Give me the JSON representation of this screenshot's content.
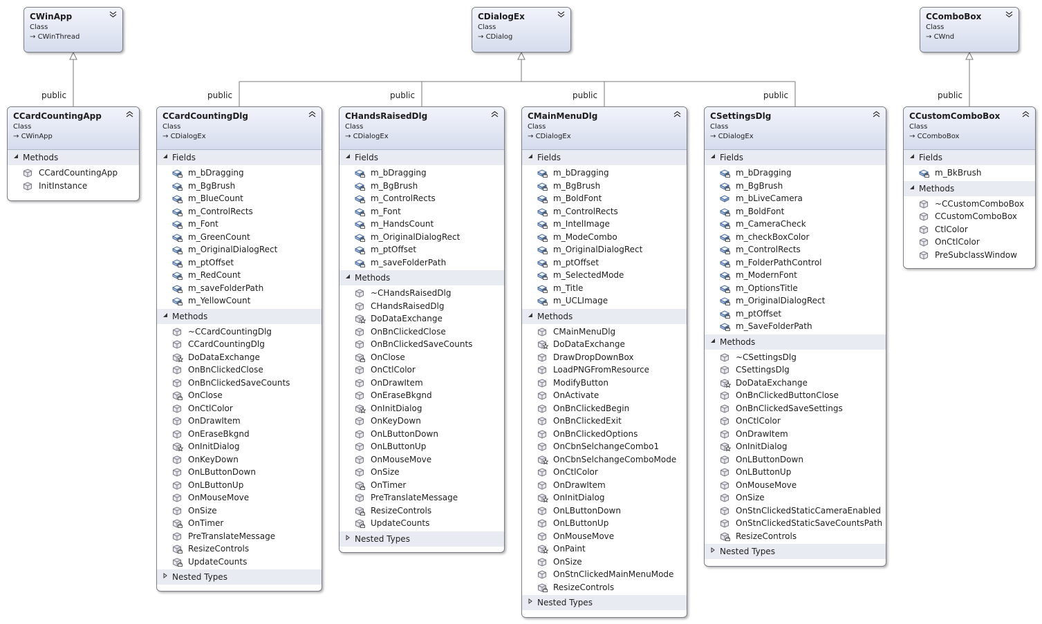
{
  "edge_labels": [
    "public",
    "public",
    "public",
    "public",
    "public",
    "public"
  ],
  "colors": {
    "header_top": "#f2f4fb",
    "header_bottom": "#d6dced",
    "section_header": "#e8ebf2",
    "border": "#7a7d85",
    "line": "#7a7a7a"
  },
  "base_classes": [
    {
      "id": "CWinApp",
      "name": "CWinApp",
      "kind": "Class",
      "base": "CWinThread"
    },
    {
      "id": "CDialogEx",
      "name": "CDialogEx",
      "kind": "Class",
      "base": "CDialog"
    },
    {
      "id": "CComboBox",
      "name": "CComboBox",
      "kind": "Class",
      "base": "CWnd"
    }
  ],
  "classes": [
    {
      "id": "CCardCountingApp",
      "name": "CCardCountingApp",
      "kind": "Class",
      "base": "CWinApp",
      "sections": [
        {
          "title": "Methods",
          "expanded": true,
          "items": [
            {
              "label": "CCardCountingApp",
              "icon": "method-public-icon"
            },
            {
              "label": "InitInstance",
              "icon": "method-public-icon"
            }
          ]
        }
      ]
    },
    {
      "id": "CCardCountingDlg",
      "name": "CCardCountingDlg",
      "kind": "Class",
      "base": "CDialogEx",
      "sections": [
        {
          "title": "Fields",
          "expanded": true,
          "items": [
            {
              "label": "m_bDragging",
              "icon": "field-private-icon"
            },
            {
              "label": "m_BgBrush",
              "icon": "field-private-icon"
            },
            {
              "label": "m_BlueCount",
              "icon": "field-private-icon"
            },
            {
              "label": "m_ControlRects",
              "icon": "field-private-icon"
            },
            {
              "label": "m_Font",
              "icon": "field-private-icon"
            },
            {
              "label": "m_GreenCount",
              "icon": "field-private-icon"
            },
            {
              "label": "m_OriginalDialogRect",
              "icon": "field-private-icon"
            },
            {
              "label": "m_ptOffset",
              "icon": "field-private-icon"
            },
            {
              "label": "m_RedCount",
              "icon": "field-private-icon"
            },
            {
              "label": "m_saveFolderPath",
              "icon": "field-private-icon"
            },
            {
              "label": "m_YellowCount",
              "icon": "field-private-icon"
            }
          ]
        },
        {
          "title": "Methods",
          "expanded": true,
          "items": [
            {
              "label": "~CCardCountingDlg",
              "icon": "method-public-icon"
            },
            {
              "label": "CCardCountingDlg",
              "icon": "method-public-icon"
            },
            {
              "label": "DoDataExchange",
              "icon": "method-protected-icon"
            },
            {
              "label": "OnBnClickedClose",
              "icon": "method-public-icon"
            },
            {
              "label": "OnBnClickedSaveCounts",
              "icon": "method-public-icon"
            },
            {
              "label": "OnClose",
              "icon": "method-private-icon"
            },
            {
              "label": "OnCtlColor",
              "icon": "method-public-icon"
            },
            {
              "label": "OnDrawItem",
              "icon": "method-public-icon"
            },
            {
              "label": "OnEraseBkgnd",
              "icon": "method-public-icon"
            },
            {
              "label": "OnInitDialog",
              "icon": "method-protected-icon"
            },
            {
              "label": "OnKeyDown",
              "icon": "method-public-icon"
            },
            {
              "label": "OnLButtonDown",
              "icon": "method-public-icon"
            },
            {
              "label": "OnLButtonUp",
              "icon": "method-public-icon"
            },
            {
              "label": "OnMouseMove",
              "icon": "method-public-icon"
            },
            {
              "label": "OnSize",
              "icon": "method-public-icon"
            },
            {
              "label": "OnTimer",
              "icon": "method-private-icon"
            },
            {
              "label": "PreTranslateMessage",
              "icon": "method-public-icon"
            },
            {
              "label": "ResizeControls",
              "icon": "method-private-icon"
            },
            {
              "label": "UpdateCounts",
              "icon": "method-private-icon"
            }
          ]
        },
        {
          "title": "Nested Types",
          "expanded": false,
          "items": []
        }
      ]
    },
    {
      "id": "CHandsRaisedDlg",
      "name": "CHandsRaisedDlg",
      "kind": "Class",
      "base": "CDialogEx",
      "sections": [
        {
          "title": "Fields",
          "expanded": true,
          "items": [
            {
              "label": "m_bDragging",
              "icon": "field-private-icon"
            },
            {
              "label": "m_BgBrush",
              "icon": "field-private-icon"
            },
            {
              "label": "m_ControlRects",
              "icon": "field-private-icon"
            },
            {
              "label": "m_Font",
              "icon": "field-private-icon"
            },
            {
              "label": "m_HandsCount",
              "icon": "field-private-icon"
            },
            {
              "label": "m_OriginalDialogRect",
              "icon": "field-private-icon"
            },
            {
              "label": "m_ptOffset",
              "icon": "field-private-icon"
            },
            {
              "label": "m_saveFolderPath",
              "icon": "field-private-icon"
            }
          ]
        },
        {
          "title": "Methods",
          "expanded": true,
          "items": [
            {
              "label": "~CHandsRaisedDlg",
              "icon": "method-public-icon"
            },
            {
              "label": "CHandsRaisedDlg",
              "icon": "method-public-icon"
            },
            {
              "label": "DoDataExchange",
              "icon": "method-protected-icon"
            },
            {
              "label": "OnBnClickedClose",
              "icon": "method-public-icon"
            },
            {
              "label": "OnBnClickedSaveCounts",
              "icon": "method-public-icon"
            },
            {
              "label": "OnClose",
              "icon": "method-private-icon"
            },
            {
              "label": "OnCtlColor",
              "icon": "method-public-icon"
            },
            {
              "label": "OnDrawItem",
              "icon": "method-public-icon"
            },
            {
              "label": "OnEraseBkgnd",
              "icon": "method-public-icon"
            },
            {
              "label": "OnInitDialog",
              "icon": "method-protected-icon"
            },
            {
              "label": "OnKeyDown",
              "icon": "method-public-icon"
            },
            {
              "label": "OnLButtonDown",
              "icon": "method-public-icon"
            },
            {
              "label": "OnLButtonUp",
              "icon": "method-public-icon"
            },
            {
              "label": "OnMouseMove",
              "icon": "method-public-icon"
            },
            {
              "label": "OnSize",
              "icon": "method-public-icon"
            },
            {
              "label": "OnTimer",
              "icon": "method-private-icon"
            },
            {
              "label": "PreTranslateMessage",
              "icon": "method-public-icon"
            },
            {
              "label": "ResizeControls",
              "icon": "method-private-icon"
            },
            {
              "label": "UpdateCounts",
              "icon": "method-private-icon"
            }
          ]
        },
        {
          "title": "Nested Types",
          "expanded": false,
          "items": []
        }
      ]
    },
    {
      "id": "CMainMenuDlg",
      "name": "CMainMenuDlg",
      "kind": "Class",
      "base": "CDialogEx",
      "sections": [
        {
          "title": "Fields",
          "expanded": true,
          "items": [
            {
              "label": "m_bDragging",
              "icon": "field-private-icon"
            },
            {
              "label": "m_BgBrush",
              "icon": "field-private-icon"
            },
            {
              "label": "m_BoldFont",
              "icon": "field-private-icon"
            },
            {
              "label": "m_ControlRects",
              "icon": "field-private-icon"
            },
            {
              "label": "m_IntelImage",
              "icon": "field-private-icon"
            },
            {
              "label": "m_ModeCombo",
              "icon": "field-private-icon"
            },
            {
              "label": "m_OriginalDialogRect",
              "icon": "field-private-icon"
            },
            {
              "label": "m_ptOffset",
              "icon": "field-private-icon"
            },
            {
              "label": "m_SelectedMode",
              "icon": "field-private-icon"
            },
            {
              "label": "m_Title",
              "icon": "field-private-icon"
            },
            {
              "label": "m_UCLImage",
              "icon": "field-private-icon"
            }
          ]
        },
        {
          "title": "Methods",
          "expanded": true,
          "items": [
            {
              "label": "CMainMenuDlg",
              "icon": "method-public-icon"
            },
            {
              "label": "DoDataExchange",
              "icon": "method-protected-icon"
            },
            {
              "label": "DrawDropDownBox",
              "icon": "method-public-icon"
            },
            {
              "label": "LoadPNGFromResource",
              "icon": "method-public-icon"
            },
            {
              "label": "ModifyButton",
              "icon": "method-public-icon"
            },
            {
              "label": "OnActivate",
              "icon": "method-public-icon"
            },
            {
              "label": "OnBnClickedBegin",
              "icon": "method-public-icon"
            },
            {
              "label": "OnBnClickedExit",
              "icon": "method-public-icon"
            },
            {
              "label": "OnBnClickedOptions",
              "icon": "method-public-icon"
            },
            {
              "label": "OnCbnSelchangeCombo1",
              "icon": "method-public-icon"
            },
            {
              "label": "OnCbnSelchangeComboMode",
              "icon": "method-protected-icon"
            },
            {
              "label": "OnCtlColor",
              "icon": "method-public-icon"
            },
            {
              "label": "OnDrawItem",
              "icon": "method-public-icon"
            },
            {
              "label": "OnInitDialog",
              "icon": "method-protected-icon"
            },
            {
              "label": "OnLButtonDown",
              "icon": "method-public-icon"
            },
            {
              "label": "OnLButtonUp",
              "icon": "method-public-icon"
            },
            {
              "label": "OnMouseMove",
              "icon": "method-public-icon"
            },
            {
              "label": "OnPaint",
              "icon": "method-protected-icon"
            },
            {
              "label": "OnSize",
              "icon": "method-public-icon"
            },
            {
              "label": "OnStnClickedMainMenuMode",
              "icon": "method-public-icon"
            },
            {
              "label": "ResizeControls",
              "icon": "method-private-icon"
            }
          ]
        },
        {
          "title": "Nested Types",
          "expanded": false,
          "items": []
        }
      ]
    },
    {
      "id": "CSettingsDlg",
      "name": "CSettingsDlg",
      "kind": "Class",
      "base": "CDialogEx",
      "sections": [
        {
          "title": "Fields",
          "expanded": true,
          "items": [
            {
              "label": "m_bDragging",
              "icon": "field-private-icon"
            },
            {
              "label": "m_BgBrush",
              "icon": "field-private-icon"
            },
            {
              "label": "m_bLiveCamera",
              "icon": "field-public-icon"
            },
            {
              "label": "m_BoldFont",
              "icon": "field-private-icon"
            },
            {
              "label": "m_CameraCheck",
              "icon": "field-private-icon"
            },
            {
              "label": "m_checkBoxColor",
              "icon": "field-private-icon"
            },
            {
              "label": "m_ControlRects",
              "icon": "field-private-icon"
            },
            {
              "label": "m_FolderPathControl",
              "icon": "field-private-icon"
            },
            {
              "label": "m_ModernFont",
              "icon": "field-private-icon"
            },
            {
              "label": "m_OptionsTitle",
              "icon": "field-private-icon"
            },
            {
              "label": "m_OriginalDialogRect",
              "icon": "field-private-icon"
            },
            {
              "label": "m_ptOffset",
              "icon": "field-private-icon"
            },
            {
              "label": "m_SaveFolderPath",
              "icon": "field-private-icon"
            }
          ]
        },
        {
          "title": "Methods",
          "expanded": true,
          "items": [
            {
              "label": "~CSettingsDlg",
              "icon": "method-public-icon"
            },
            {
              "label": "CSettingsDlg",
              "icon": "method-public-icon"
            },
            {
              "label": "DoDataExchange",
              "icon": "method-protected-icon"
            },
            {
              "label": "OnBnClickedButtonClose",
              "icon": "method-public-icon"
            },
            {
              "label": "OnBnClickedSaveSettings",
              "icon": "method-public-icon"
            },
            {
              "label": "OnCtlColor",
              "icon": "method-public-icon"
            },
            {
              "label": "OnDrawItem",
              "icon": "method-public-icon"
            },
            {
              "label": "OnInitDialog",
              "icon": "method-protected-icon"
            },
            {
              "label": "OnLButtonDown",
              "icon": "method-public-icon"
            },
            {
              "label": "OnLButtonUp",
              "icon": "method-public-icon"
            },
            {
              "label": "OnMouseMove",
              "icon": "method-public-icon"
            },
            {
              "label": "OnSize",
              "icon": "method-public-icon"
            },
            {
              "label": "OnStnClickedStaticCameraEnabled",
              "icon": "method-public-icon"
            },
            {
              "label": "OnStnClickedStaticSaveCountsPath",
              "icon": "method-public-icon"
            },
            {
              "label": "ResizeControls",
              "icon": "method-private-icon"
            }
          ]
        },
        {
          "title": "Nested Types",
          "expanded": false,
          "items": []
        }
      ]
    },
    {
      "id": "CCustomComboBox",
      "name": "CCustomComboBox",
      "kind": "Class",
      "base": "CComboBox",
      "sections": [
        {
          "title": "Fields",
          "expanded": true,
          "items": [
            {
              "label": "m_BkBrush",
              "icon": "field-private-icon"
            }
          ]
        },
        {
          "title": "Methods",
          "expanded": true,
          "items": [
            {
              "label": "~CCustomComboBox",
              "icon": "method-public-icon"
            },
            {
              "label": "CCustomComboBox",
              "icon": "method-public-icon"
            },
            {
              "label": "CtlColor",
              "icon": "method-public-icon"
            },
            {
              "label": "OnCtlColor",
              "icon": "method-public-icon"
            },
            {
              "label": "PreSubclassWindow",
              "icon": "method-public-icon"
            }
          ]
        }
      ]
    }
  ]
}
